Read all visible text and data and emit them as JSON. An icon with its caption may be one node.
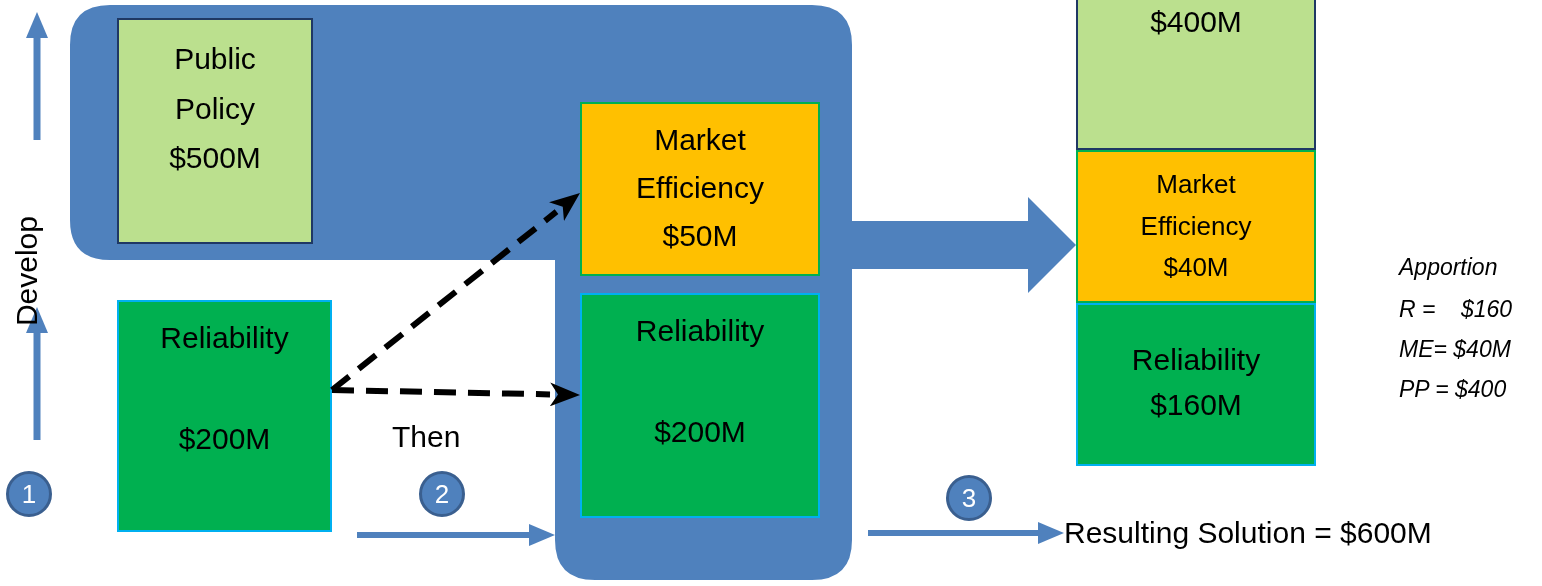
{
  "diagram": {
    "nodes": [
      {
        "text": [],
        "shape": "box"
      },
      {
        "text": [
          "Public Policy $500M"
        ],
        "in": 0
      },
      {
        "text": [
          "Market Efficiency $50M"
        ],
        "in": 0
      },
      {
        "text": [
          "Reliability",
          "$200M"
        ],
        "in": 0
      },
      {
        "text": [
          "Reliability",
          "$200M"
        ]
      },
      {
        "text": [
          "$400M"
        ]
      },
      {
        "text": [
          "Market Efficiency $40M"
        ]
      },
      {
        "text": [
          "Reliability $160M"
        ]
      },
      {
        "text": [
          "Resulting Solution = $600M"
        ]
      }
    ],
    "edges": [
      {
        "from": 4,
        "to": 2,
        "arrow": "to",
        "style": "dashed",
        "color": "#000000"
      },
      {
        "from": 4,
        "to": 3,
        "arrow": "to",
        "style": "dashed",
        "color": "#000000"
      },
      {
        "from": 0,
        "to": 6,
        "arrow": "to",
        "style": "thick"
      },
      {
        "from": null,
        "to": 0,
        "arrow": "to"
      },
      {
        "from": 0,
        "to": 8,
        "arrow": "to"
      }
    ],
    "labels": [
      "Develop",
      "1",
      "Then",
      "2",
      "3",
      "Apportion",
      "R =    $160",
      "ME= $40M",
      "PP = $400"
    ]
  }
}
